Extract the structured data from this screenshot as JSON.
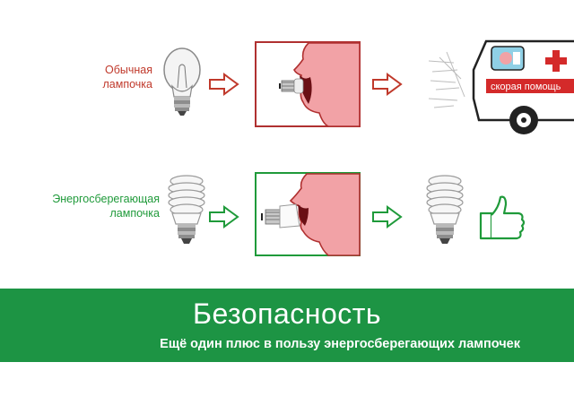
{
  "rows": {
    "regular": {
      "label_line1": "Обычная",
      "label_line2": "лампочка"
    },
    "energy_saving": {
      "label_line1": "Энергосберегающая",
      "label_line2": "лампочка"
    }
  },
  "ambulance": {
    "sign_text": "скорая помощь"
  },
  "banner": {
    "title": "Безопасность",
    "subtitle": "Ещё один плюс в пользу энергосберегающих лампочек"
  },
  "colors": {
    "regular_accent": "#c0392b",
    "energy_accent": "#1f9a3a",
    "banner_bg": "#1d9444"
  },
  "icons": [
    "incandescent-bulb",
    "cfl-bulb",
    "arrow-right",
    "face-profile",
    "ambulance",
    "thumbs-up"
  ]
}
